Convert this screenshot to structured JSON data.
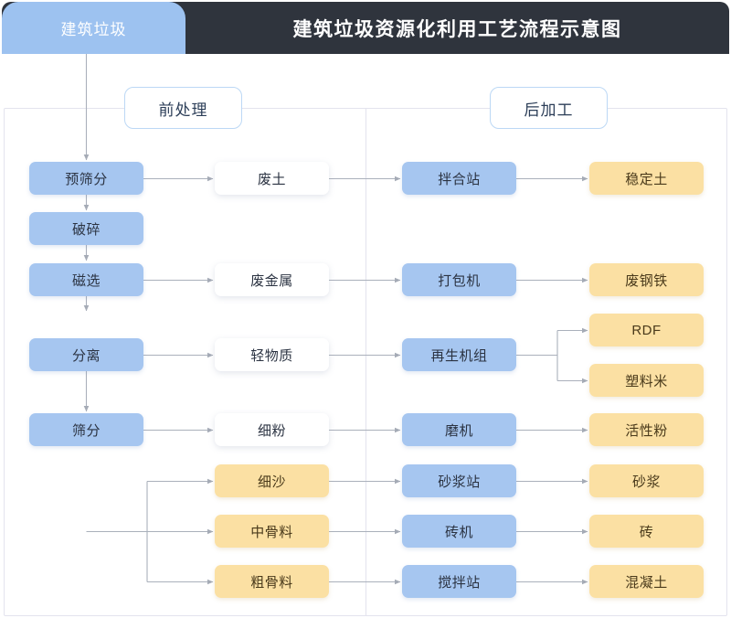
{
  "header": {
    "title": "建筑垃圾资源化利用工艺流程示意图",
    "source_tab_label": "建筑垃圾"
  },
  "sections": {
    "pre": "前处理",
    "post": "后加工"
  },
  "colors": {
    "header_bg": "#2f343d",
    "tab_blue": "#9dc2f0",
    "node_blue": "#a6c6f0",
    "node_yellow": "#fbe0a3",
    "node_white": "#ffffff",
    "wire": "#aab0bb",
    "panel_border": "#e3e3ee"
  },
  "nodes": {
    "process": [
      {
        "id": "pre-screen",
        "label": "预筛分"
      },
      {
        "id": "crush",
        "label": "破碎"
      },
      {
        "id": "magnetic",
        "label": "磁选"
      },
      {
        "id": "separate",
        "label": "分离"
      },
      {
        "id": "screen",
        "label": "筛分"
      }
    ],
    "intermediate": [
      {
        "id": "waste-soil",
        "label": "废土"
      },
      {
        "id": "waste-metal",
        "label": "废金属"
      },
      {
        "id": "light-mat",
        "label": "轻物质"
      },
      {
        "id": "fine-powder",
        "label": "细粉"
      },
      {
        "id": "fine-sand",
        "label": "细沙"
      },
      {
        "id": "mid-agg",
        "label": "中骨料"
      },
      {
        "id": "coarse-agg",
        "label": "粗骨料"
      }
    ],
    "equipment": [
      {
        "id": "mixing-station",
        "label": "拌合站"
      },
      {
        "id": "baler",
        "label": "打包机"
      },
      {
        "id": "recycling-unit",
        "label": "再生机组"
      },
      {
        "id": "mill",
        "label": "磨机"
      },
      {
        "id": "mortar-station",
        "label": "砂浆站"
      },
      {
        "id": "brick-machine",
        "label": "砖机"
      },
      {
        "id": "batching-plant",
        "label": "搅拌站"
      }
    ],
    "product": [
      {
        "id": "stabilized-soil",
        "label": "稳定土"
      },
      {
        "id": "scrap-steel",
        "label": "废钢铁"
      },
      {
        "id": "rdf",
        "label": "RDF"
      },
      {
        "id": "plastic-pellet",
        "label": "塑料米"
      },
      {
        "id": "active-powder",
        "label": "活性粉"
      },
      {
        "id": "mortar",
        "label": "砂浆"
      },
      {
        "id": "brick",
        "label": "砖"
      },
      {
        "id": "concrete",
        "label": "混凝土"
      }
    ]
  }
}
